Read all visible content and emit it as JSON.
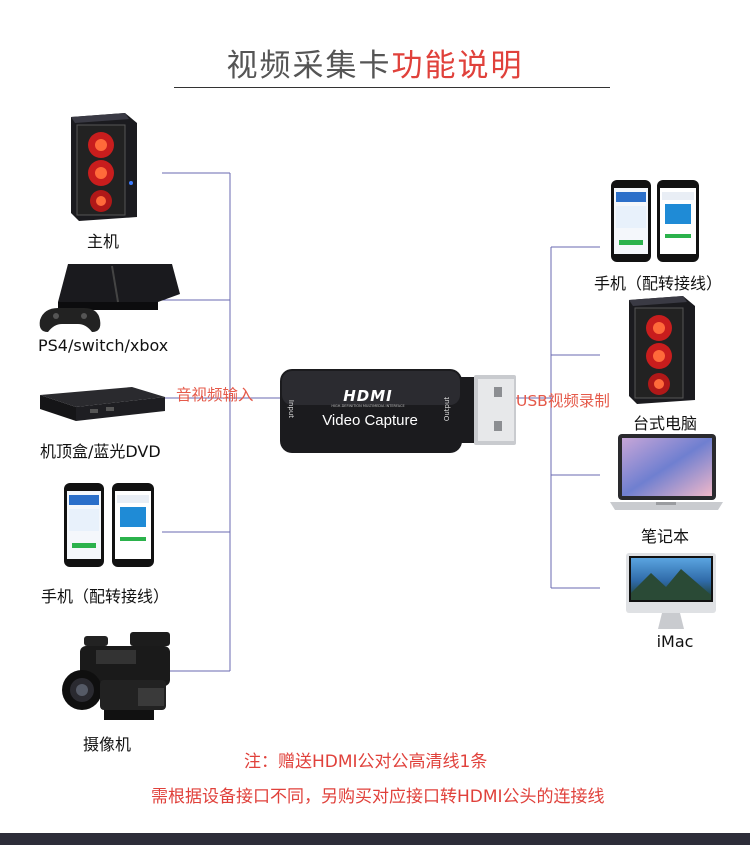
{
  "title": {
    "part1": "视频采集卡",
    "part2": "功能说明"
  },
  "left_devices": [
    {
      "label": "主机",
      "icon": "pc-tower-icon"
    },
    {
      "label": "PS4/switch/xbox",
      "icon": "game-console-icon"
    },
    {
      "label": "机顶盒/蓝光DVD",
      "icon": "set-top-box-icon"
    },
    {
      "label": "手机（配转接线）",
      "icon": "smartphone-icon"
    },
    {
      "label": "摄像机",
      "icon": "camcorder-icon"
    }
  ],
  "right_devices": [
    {
      "label": "手机（配转接线）",
      "icon": "smartphone-icon"
    },
    {
      "label": "台式电脑",
      "icon": "pc-tower-icon"
    },
    {
      "label": "笔记本",
      "icon": "laptop-icon"
    },
    {
      "label": "iMac",
      "icon": "imac-icon"
    }
  ],
  "device": {
    "brand": "HDMI",
    "subtitle": "HIGH-DEFINITION MULTIMEDIA INTERFACE",
    "name": "Video Capture",
    "input_port": "Input",
    "output_port": "Output"
  },
  "input_label": "音视频输入",
  "output_label": "USB视频录制",
  "notes": [
    "注：赠送HDMI公对公高清线1条",
    "需根据设备接口不同，另购买对应接口转HDMI公头的连接线"
  ],
  "colors": {
    "accent_red": "#e0413b",
    "connector_line": "#6a6ab0",
    "footer": "#2d2d39"
  }
}
